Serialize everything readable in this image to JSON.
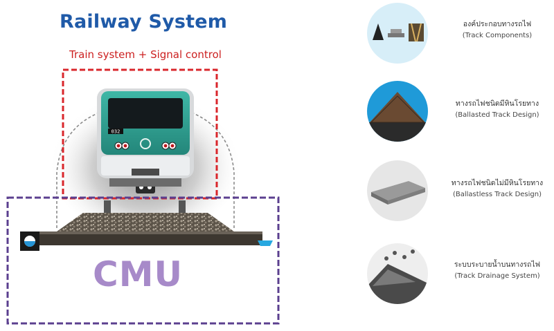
{
  "header": {
    "title": "Railway System",
    "subtitle": "Train system + Signal control"
  },
  "scene": {
    "train_number": "032",
    "cmu_label": "CMU",
    "colors": {
      "title_blue": "#1f5aa8",
      "signal_red": "#d9262b",
      "cmu_purple": "#5b3f8f",
      "train_teal": "#2f9e8f"
    }
  },
  "components": [
    {
      "icon": "track-components-icon",
      "label_th": "องค์ประกอบทางรถไฟ",
      "label_en": "(Track Components)"
    },
    {
      "icon": "ballasted-track-icon",
      "label_th": "ทางรถไฟชนิดมีหินโรยทาง",
      "label_en": "(Ballasted Track Design)"
    },
    {
      "icon": "ballastless-track-icon",
      "label_th": "ทางรถไฟชนิดไม่มีหินโรยทาง",
      "label_en": "(Ballastless Track Design)"
    },
    {
      "icon": "track-drainage-icon",
      "label_th": "ระบบระบายน้ำบนทางรถไฟ",
      "label_en": "(Track Drainage System)"
    }
  ]
}
